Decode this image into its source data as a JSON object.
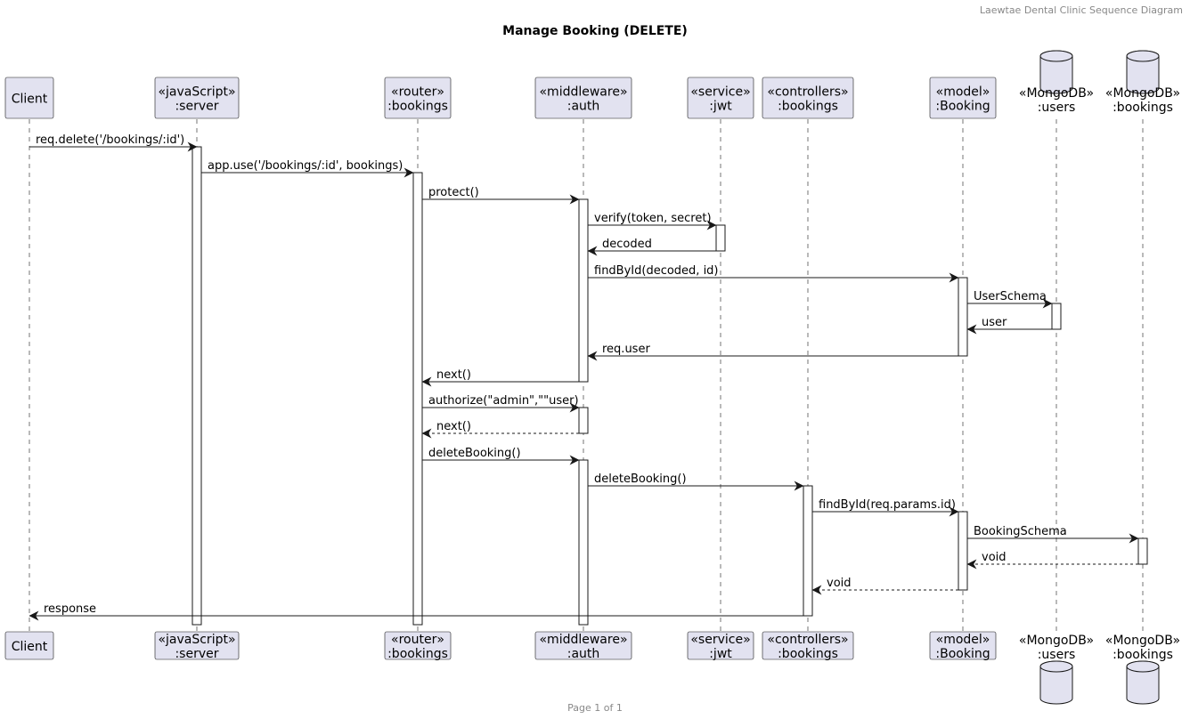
{
  "header_note": "Laewtae Dental Clinic Sequence Diagram",
  "title": "Manage Booking (DELETE)",
  "footer": "Page 1 of 1",
  "colors": {
    "participant_fill": "#E2E2F0",
    "participant_stroke": "#181818",
    "activation_fill": "#ffffff",
    "line": "#181818",
    "lifeline": "#181818"
  },
  "participants": [
    {
      "id": "client",
      "kind": "box",
      "lines": [
        "Client"
      ]
    },
    {
      "id": "server",
      "kind": "box",
      "lines": [
        "«javaScript»",
        ":server"
      ]
    },
    {
      "id": "router",
      "kind": "box",
      "lines": [
        "«router»",
        ":bookings"
      ]
    },
    {
      "id": "auth",
      "kind": "box",
      "lines": [
        "«middleware»",
        ":auth"
      ]
    },
    {
      "id": "jwt",
      "kind": "box",
      "lines": [
        "«service»",
        ":jwt"
      ]
    },
    {
      "id": "ctrl",
      "kind": "box",
      "lines": [
        "«controllers»",
        ":bookings"
      ]
    },
    {
      "id": "model",
      "kind": "box",
      "lines": [
        "«model»",
        ":Booking"
      ]
    },
    {
      "id": "users",
      "kind": "database",
      "lines": [
        "«MongoDB»",
        ":users"
      ]
    },
    {
      "id": "bookingsdb",
      "kind": "database",
      "lines": [
        "«MongoDB»",
        ":bookings"
      ]
    }
  ],
  "messages": [
    {
      "from": "client",
      "to": "server",
      "label": "req.delete('/bookings/:id')",
      "dashed": false
    },
    {
      "from": "server",
      "to": "router",
      "label": "app.use('/bookings/:id', bookings)",
      "dashed": false
    },
    {
      "from": "router",
      "to": "auth",
      "label": "protect()",
      "dashed": false
    },
    {
      "from": "auth",
      "to": "jwt",
      "label": "verify(token, secret)",
      "dashed": false
    },
    {
      "from": "jwt",
      "to": "auth",
      "label": "decoded",
      "dashed": false
    },
    {
      "from": "auth",
      "to": "model",
      "label": "findById(decoded, id)",
      "dashed": false
    },
    {
      "from": "model",
      "to": "users",
      "label": "UserSchema",
      "dashed": false
    },
    {
      "from": "users",
      "to": "model",
      "label": "user",
      "dashed": false
    },
    {
      "from": "model",
      "to": "auth",
      "label": "req.user",
      "dashed": false
    },
    {
      "from": "auth",
      "to": "router",
      "label": "next()",
      "dashed": false
    },
    {
      "from": "router",
      "to": "auth",
      "label": "authorize(\"admin\",\"\"user)",
      "dashed": false
    },
    {
      "from": "auth",
      "to": "router",
      "label": "next()",
      "dashed": true
    },
    {
      "from": "router",
      "to": "auth",
      "label": "deleteBooking()",
      "dashed": false
    },
    {
      "from": "auth",
      "to": "ctrl",
      "label": "deleteBooking()",
      "dashed": false
    },
    {
      "from": "ctrl",
      "to": "model",
      "label": "findById(req.params.id)",
      "dashed": false
    },
    {
      "from": "model",
      "to": "bookingsdb",
      "label": "BookingSchema",
      "dashed": false
    },
    {
      "from": "bookingsdb",
      "to": "model",
      "label": "void",
      "dashed": true
    },
    {
      "from": "model",
      "to": "ctrl",
      "label": "void",
      "dashed": true
    },
    {
      "from": "ctrl",
      "to": "client",
      "label": "response",
      "dashed": false
    }
  ]
}
